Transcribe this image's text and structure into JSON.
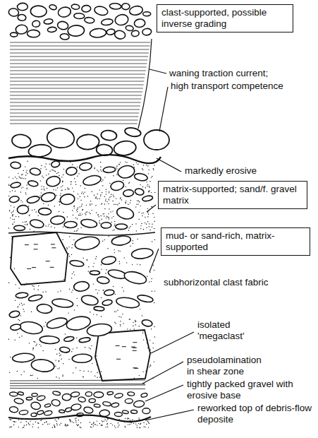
{
  "diagram": {
    "nodes": [
      {
        "text": [
          "clast-supported, possible inverse grading"
        ]
      },
      {
        "text": [
          "matrix-supported; sand/f. gravel matrix"
        ]
      },
      {
        "text": [
          "mud- or sand-rich, matrix-supported"
        ]
      }
    ],
    "labels": [
      "waning traction current;",
      "high transport competence",
      "markedly erosive",
      "subhorizontal clast fabric",
      "isolated 'megaclast'",
      "pseudolamination in shear zone",
      "tightly packed gravel with erosive base",
      "reworked top of debris-flow deposite"
    ]
  }
}
